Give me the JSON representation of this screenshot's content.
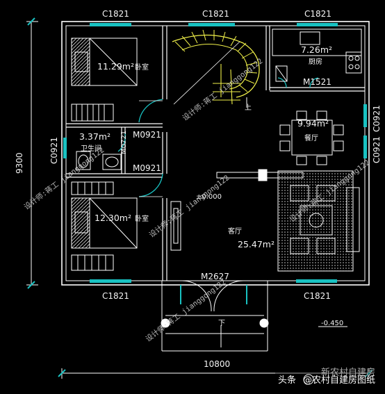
{
  "plan": {
    "overall_width": "10800",
    "overall_depth": "9300",
    "rooms": {
      "bedroom_top": {
        "area": "11.29m²",
        "name": "卧室"
      },
      "bathroom": {
        "area": "3.37m²",
        "name": "卫生间"
      },
      "bedroom_bottom": {
        "area": "12.30m²",
        "name": "卧室"
      },
      "kitchen": {
        "area": "7.26m²",
        "name": "厨房"
      },
      "dining": {
        "area": "9.94m²",
        "name": "餐厅"
      },
      "living": {
        "area": "25.47m²",
        "name": "客厅"
      }
    },
    "windows": {
      "top_left": "C1821",
      "top_middle": "C1821",
      "top_right": "C1821",
      "bottom_left": "C1821",
      "bottom_right": "C1821",
      "left_top": "C0921",
      "right_upper": "C0921",
      "right_lower": "C0921"
    },
    "doors": {
      "kitchen": "M1521",
      "bedroom_top": "M0921",
      "bathroom": "M0721",
      "bedroom_bottom": "M0921",
      "entrance": "M2627"
    },
    "levels": {
      "floor": "±0.000",
      "porch": "-0.450"
    },
    "stair_up": "上",
    "steps_down": "下"
  },
  "watermark": {
    "text": "设计师:蒋工 jianggong122"
  },
  "footer": {
    "source": "头条",
    "account": "@农村自建房图纸",
    "overlay": "新农村自建房"
  }
}
